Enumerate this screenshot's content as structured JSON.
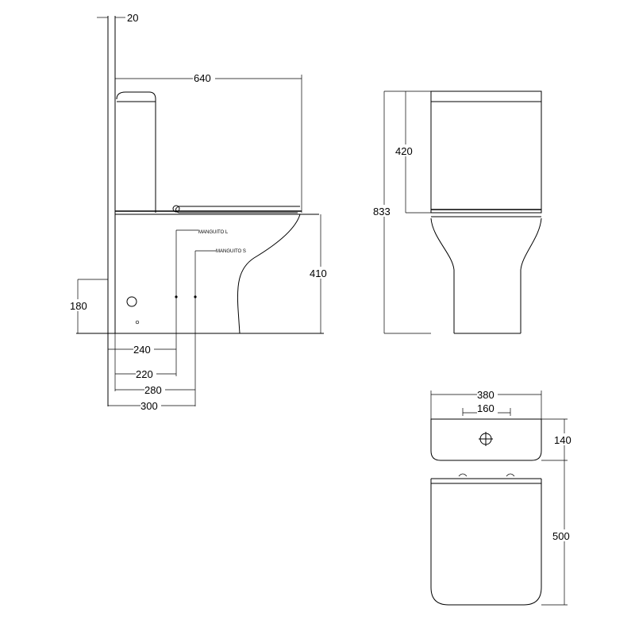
{
  "side_view": {
    "dim_offset": "20",
    "dim_width": "640",
    "dim_height_lower": "410",
    "dim_inlet_height": "180",
    "dim_240": "240",
    "dim_220": "220",
    "dim_280": "280",
    "dim_300": "300",
    "label_manguito_l": "MANGUITO L",
    "label_manguito_s": "MANGUITO S"
  },
  "front_view": {
    "dim_total_height": "833",
    "dim_cistern_height": "420"
  },
  "top_view": {
    "dim_width": "380",
    "dim_inner": "160",
    "dim_cistern_depth": "140",
    "dim_bowl_length": "500"
  }
}
